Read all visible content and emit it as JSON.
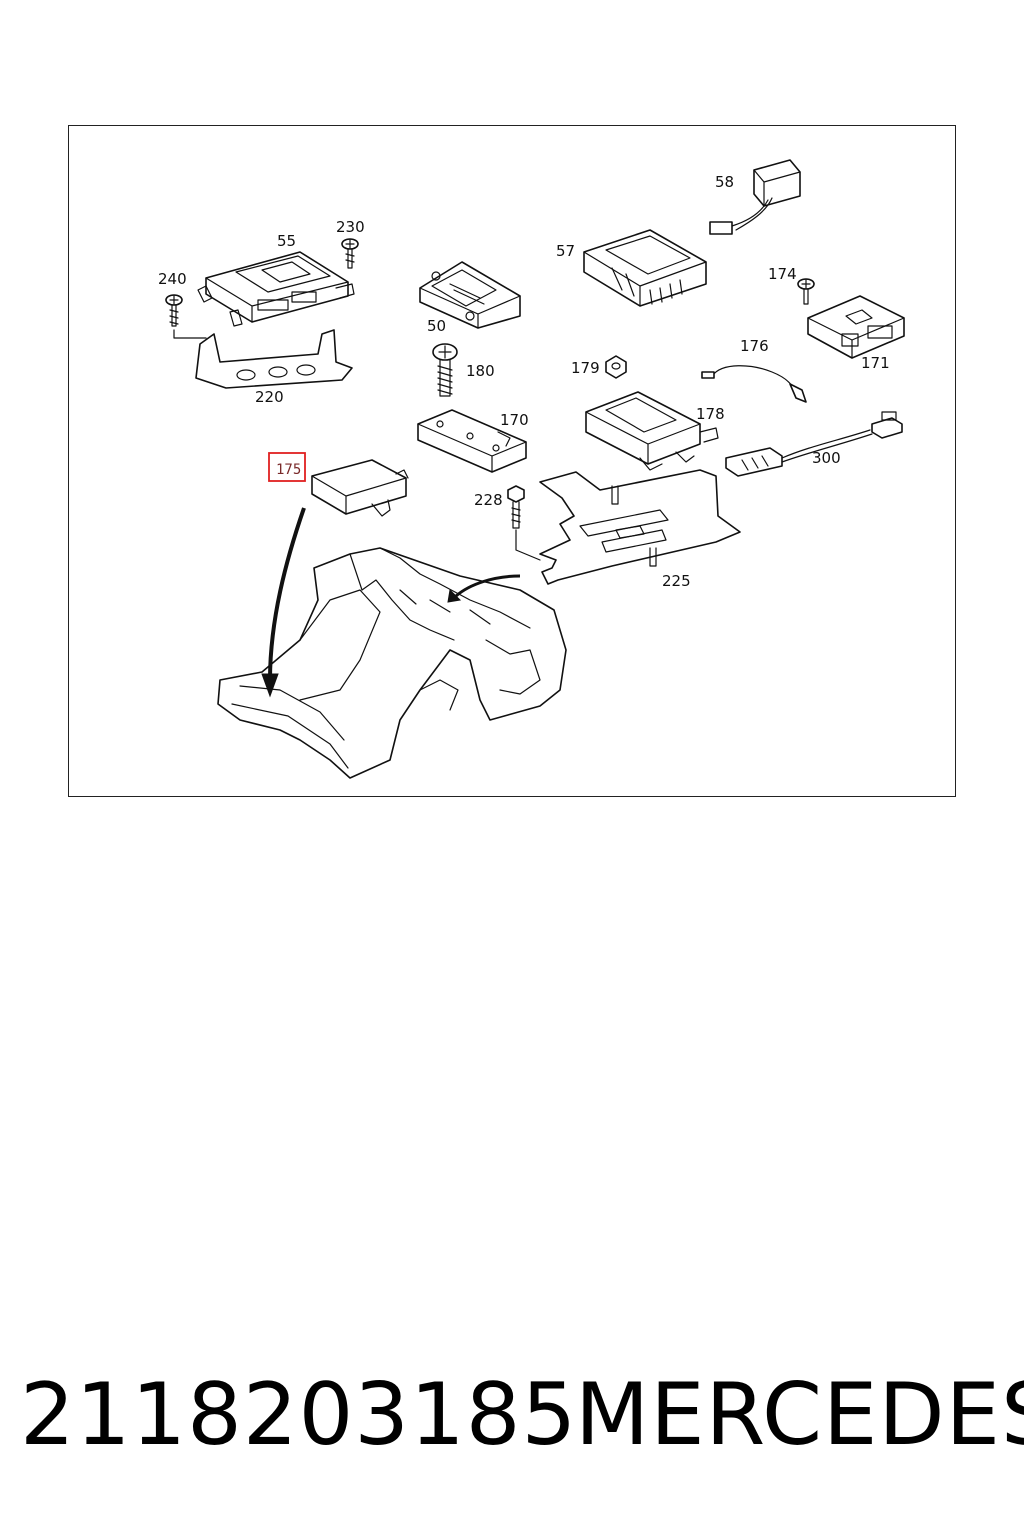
{
  "diagram": {
    "callouts": {
      "c58": "58",
      "c230": "230",
      "c55": "55",
      "c240": "240",
      "c57": "57",
      "c174": "174",
      "c50": "50",
      "c220": "220",
      "c176": "176",
      "c171": "171",
      "c180": "180",
      "c179": "179",
      "c170": "170",
      "c178": "178",
      "c175": "175",
      "c300": "300",
      "c228": "228",
      "c225": "225"
    },
    "highlighted_callout": "175",
    "highlight_color": "#e02020"
  },
  "footer": {
    "part_number": "2118203185",
    "brand": "MERCEDES"
  }
}
